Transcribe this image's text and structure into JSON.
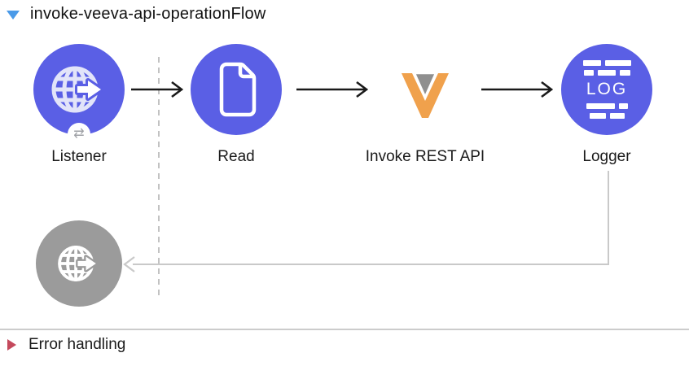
{
  "header": {
    "title": "invoke-veeva-api-operationFlow"
  },
  "nodes": {
    "listener": {
      "label": "Listener"
    },
    "read": {
      "label": "Read"
    },
    "invoke_rest_api": {
      "label": "Invoke REST API"
    },
    "logger": {
      "label": "Logger",
      "icon_text": "LOG"
    }
  },
  "icons": {
    "flow_collapse": "triangle-down",
    "error_expand": "triangle-right",
    "listener": "globe-arrow",
    "listener_inactive": "globe-arrow-grey",
    "read": "document",
    "invoke_rest_api": "veeva-v",
    "logger": "log-lines",
    "exchange_badge_glyph": "⇄"
  },
  "error_section": {
    "label": "Error handling"
  },
  "colors": {
    "node-blue": "#5a5fe5",
    "node-grey": "#9b9b9b",
    "globe-stroke": "#e2e4f9",
    "veeva-orange": "#f0a14c",
    "veeva-grey": "#8f8f8f",
    "expand-blue": "#4a9ae8",
    "error-red": "#c4495c",
    "connector-black": "#1a1a1a",
    "return-grey": "#c9c9c9",
    "separator-dash": "#c2c2c2",
    "divider": "#cccccc",
    "text": "#161616"
  }
}
